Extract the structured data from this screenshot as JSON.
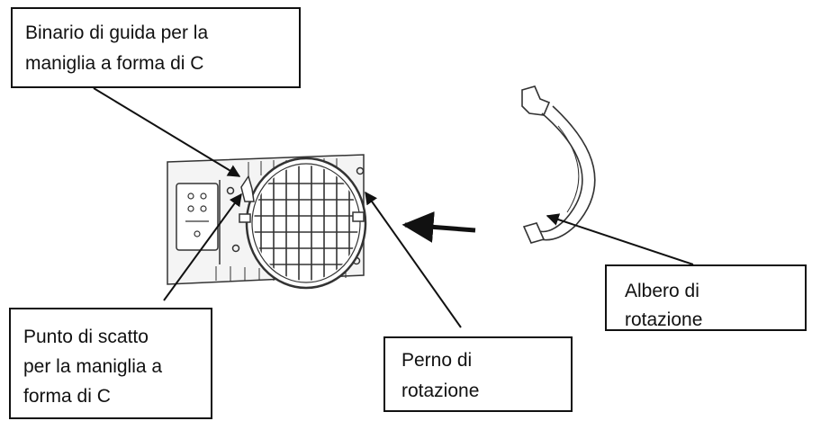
{
  "callouts": {
    "guide_rail": "Binario di guida per la\nmaniglia a forma di C",
    "snap_point": "Punto di scatto\nper la maniglia a\nforma di C",
    "pivot_pin": "Perno di\nrotazione",
    "rotation_shaft": "Albero di\nrotazione"
  },
  "colors": {
    "line": "#111111",
    "drawing": "#333333",
    "background": "#ffffff"
  }
}
